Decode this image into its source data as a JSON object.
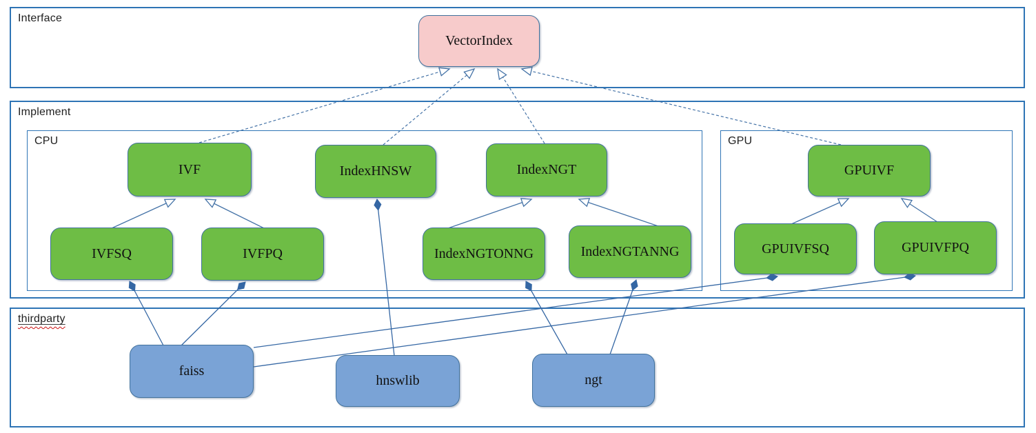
{
  "containers": {
    "interface": {
      "label": "Interface"
    },
    "implement": {
      "label": "Implement"
    },
    "cpu": {
      "label": "CPU"
    },
    "gpu": {
      "label": "GPU"
    },
    "thirdparty": {
      "label": "thirdparty"
    }
  },
  "nodes": {
    "vectorindex": {
      "label": "VectorIndex",
      "kind": "interface"
    },
    "ivf": {
      "label": "IVF",
      "kind": "cpu-class"
    },
    "indexhnsw": {
      "label": "IndexHNSW",
      "kind": "cpu-class"
    },
    "indexngt": {
      "label": "IndexNGT",
      "kind": "cpu-class"
    },
    "ivfsq": {
      "label": "IVFSQ",
      "kind": "cpu-class"
    },
    "ivfpq": {
      "label": "IVFPQ",
      "kind": "cpu-class"
    },
    "indexngtonng": {
      "label": "IndexNGTONNG",
      "kind": "cpu-class"
    },
    "indexngtanng": {
      "label": "IndexNGTANNG",
      "kind": "cpu-class"
    },
    "gpuivf": {
      "label": "GPUIVF",
      "kind": "gpu-class"
    },
    "gpuivfsq": {
      "label": "GPUIVFSQ",
      "kind": "gpu-class"
    },
    "gpuivfpq": {
      "label": "GPUIVFPQ",
      "kind": "gpu-class"
    },
    "faiss": {
      "label": "faiss",
      "kind": "thirdparty-lib"
    },
    "hnswlib": {
      "label": "hnswlib",
      "kind": "thirdparty-lib"
    },
    "ngt": {
      "label": "ngt",
      "kind": "thirdparty-lib"
    }
  },
  "edges": [
    {
      "from": "IVF",
      "to": "VectorIndex",
      "type": "realization-dashed"
    },
    {
      "from": "IndexHNSW",
      "to": "VectorIndex",
      "type": "realization-dashed"
    },
    {
      "from": "IndexNGT",
      "to": "VectorIndex",
      "type": "realization-dashed"
    },
    {
      "from": "GPUIVF",
      "to": "VectorIndex",
      "type": "realization-dashed"
    },
    {
      "from": "IVFSQ",
      "to": "IVF",
      "type": "generalization"
    },
    {
      "from": "IVFPQ",
      "to": "IVF",
      "type": "generalization"
    },
    {
      "from": "IndexNGTONNG",
      "to": "IndexNGT",
      "type": "generalization"
    },
    {
      "from": "IndexNGTANNG",
      "to": "IndexNGT",
      "type": "generalization"
    },
    {
      "from": "GPUIVFSQ",
      "to": "GPUIVF",
      "type": "generalization"
    },
    {
      "from": "GPUIVFPQ",
      "to": "GPUIVF",
      "type": "generalization"
    },
    {
      "from": "faiss",
      "to": "IVFSQ",
      "type": "composition"
    },
    {
      "from": "faiss",
      "to": "IVFPQ",
      "type": "composition"
    },
    {
      "from": "faiss",
      "to": "GPUIVFSQ",
      "type": "composition"
    },
    {
      "from": "faiss",
      "to": "GPUIVFPQ",
      "type": "composition"
    },
    {
      "from": "hnswlib",
      "to": "IndexHNSW",
      "type": "composition"
    },
    {
      "from": "ngt",
      "to": "IndexNGTONNG",
      "type": "composition"
    },
    {
      "from": "ngt",
      "to": "IndexNGTANNG",
      "type": "composition"
    }
  ],
  "colors": {
    "container_border": "#2e74b5",
    "class_fill": "#6ebd45",
    "class_border": "#41719c",
    "interface_fill": "#f7cbcb",
    "library_fill": "#7aa3d6",
    "connector": "#4573a7",
    "spellcheck_underline": "#cc1111"
  }
}
